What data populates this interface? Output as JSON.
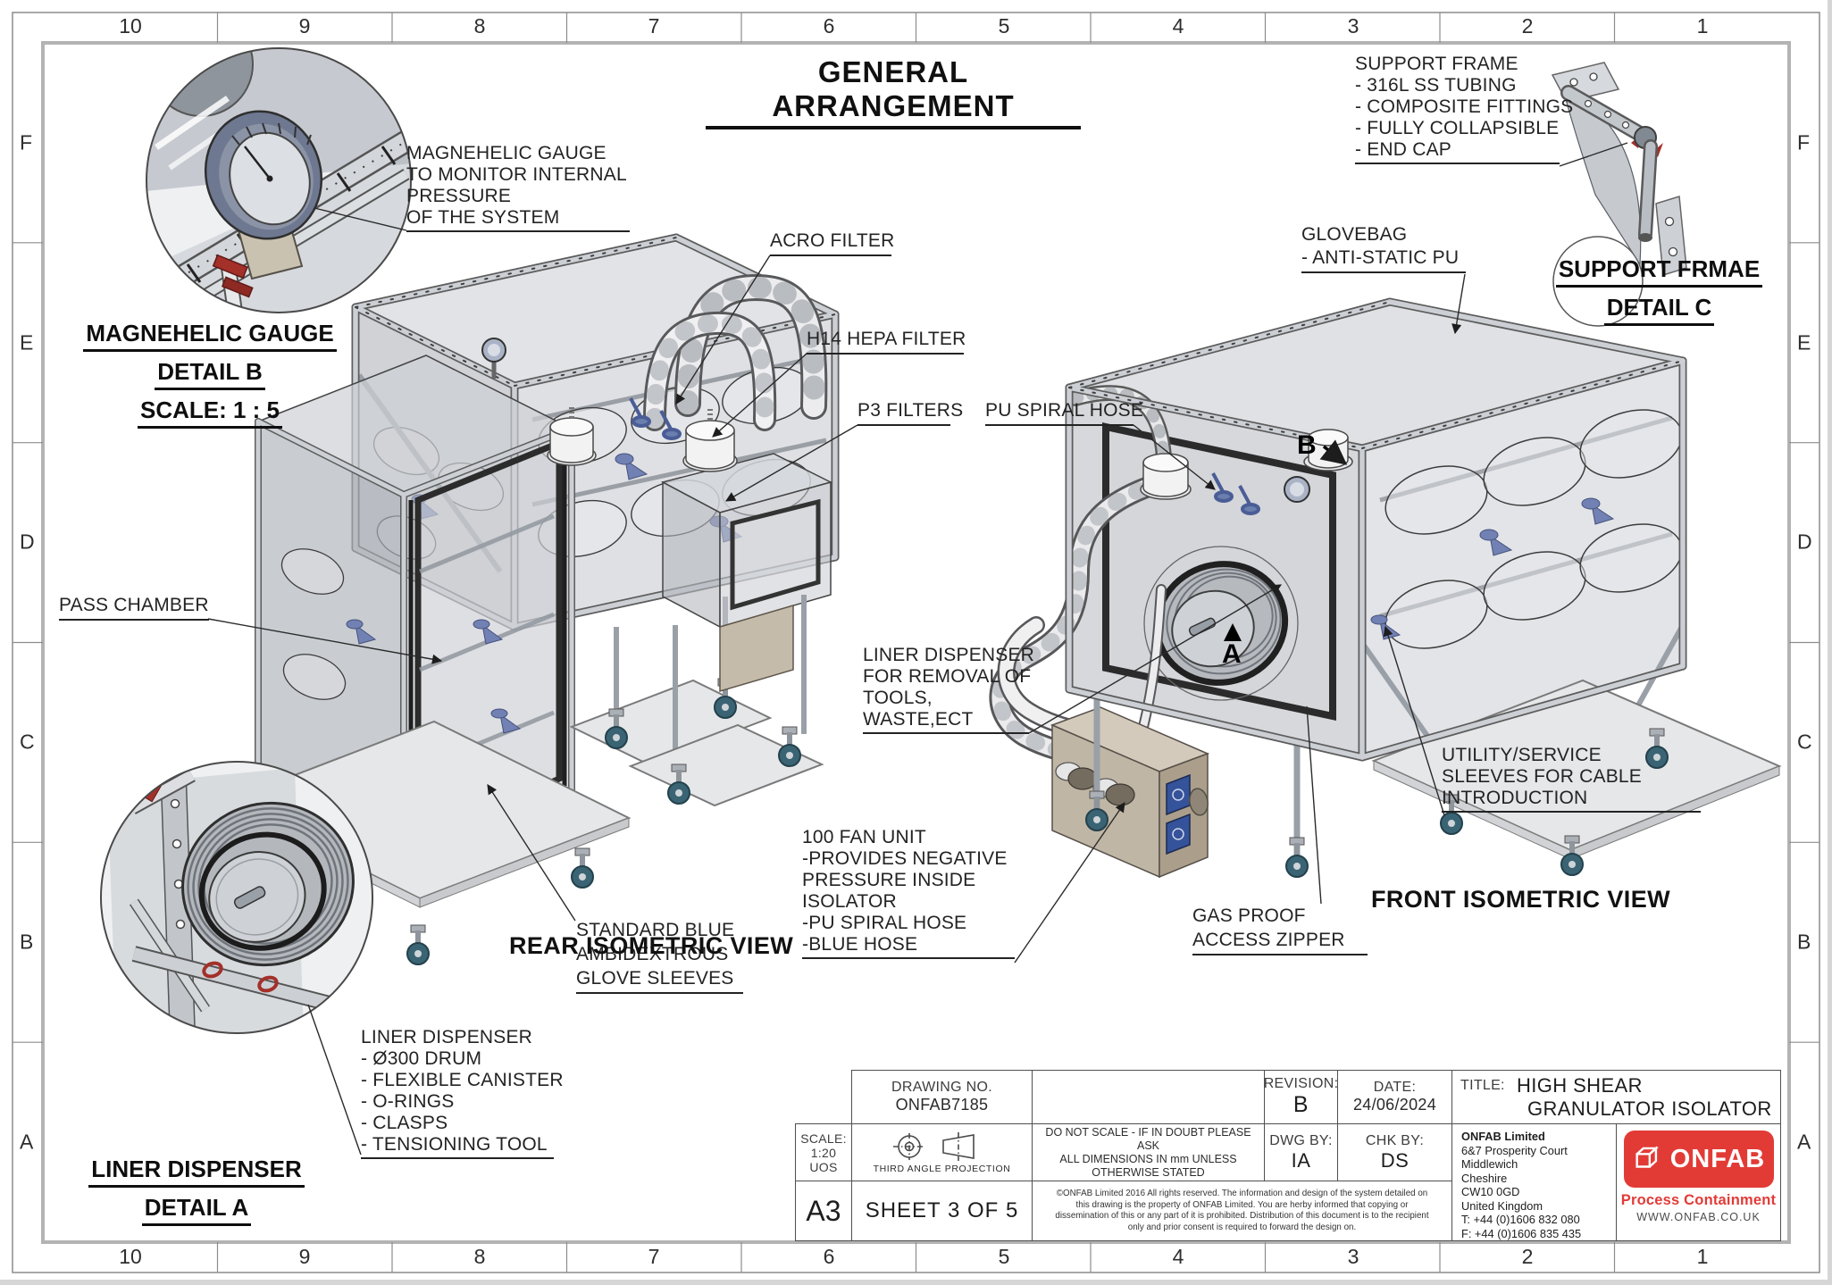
{
  "page": {
    "title": "GENERAL ARRANGEMENT"
  },
  "border": {
    "columns": [
      "10",
      "9",
      "8",
      "7",
      "6",
      "5",
      "4",
      "3",
      "2",
      "1"
    ],
    "rows": [
      "F",
      "E",
      "D",
      "C",
      "B",
      "A"
    ]
  },
  "callouts": {
    "magnehelic": [
      "MAGNEHELIC GAUGE",
      "TO MONITOR INTERNAL",
      "PRESSURE",
      "OF THE SYSTEM"
    ],
    "acro": [
      "ACRO FILTER"
    ],
    "h14": [
      "H14 HEPA FILTER"
    ],
    "p3": [
      "P3 FILTERS"
    ],
    "pass_chamber": [
      "PASS CHAMBER"
    ],
    "glove_sleeves": [
      "STANDARD BLUE",
      "AMBIDEXTROUS",
      "GLOVE SLEEVES"
    ],
    "support_frame": [
      "SUPPORT FRAME",
      "- 316L SS TUBING",
      "- COMPOSITE FITTINGS",
      "- FULLY COLLAPSIBLE",
      "- END CAP"
    ],
    "glovebag": [
      "GLOVEBAG",
      "- ANTI-STATIC PU"
    ],
    "pu_hose": [
      "PU SPIRAL HOSE"
    ],
    "liner_removal": [
      "LINER DISPENSER",
      "FOR REMOVAL OF",
      "TOOLS,",
      "WASTE,ECT"
    ],
    "fan_unit": [
      "100 FAN UNIT",
      "-PROVIDES NEGATIVE",
      "PRESSURE INSIDE",
      "ISOLATOR",
      "-PU SPIRAL HOSE",
      "-BLUE HOSE"
    ],
    "gas_proof": [
      "GAS PROOF",
      "ACCESS ZIPPER"
    ],
    "utility": [
      "UTILITY/SERVICE",
      "SLEEVES FOR CABLE",
      "INTRODUCTION"
    ],
    "liner_detail": [
      "LINER DISPENSER",
      "- Ø300 DRUM",
      "- FLEXIBLE CANISTER",
      "- O-RINGS",
      "- CLASPS",
      "- TENSIONING TOOL"
    ]
  },
  "views": {
    "rear": "REAR ISOMETRIC VIEW",
    "front": "FRONT ISOMETRIC VIEW"
  },
  "details": {
    "b": {
      "title": "MAGNEHELIC GAUGE",
      "subtitle": "DETAIL B",
      "scale": "SCALE: 1 : 5"
    },
    "a": {
      "title": "LINER DISPENSER",
      "subtitle": "DETAIL A"
    },
    "c": {
      "title": "SUPPORT FRMAE",
      "subtitle": "DETAIL C"
    }
  },
  "markers": {
    "a": "A",
    "b": "B"
  },
  "title_block": {
    "drawing_no_label": "DRAWING NO.",
    "drawing_no": "ONFAB7185",
    "revision_label": "REVISION:",
    "revision": "B",
    "date_label": "DATE:",
    "date": "24/06/2024",
    "title_label": "TITLE:",
    "title_line1": "HIGH SHEAR",
    "title_line2": "GRANULATOR ISOLATOR",
    "scale_label": "SCALE:",
    "scale": "1:20",
    "scale_note": "UOS",
    "projection": "THIRD ANGLE PROJECTION",
    "notes": [
      "DO NOT SCALE - IF IN DOUBT PLEASE",
      "ASK",
      "ALL DIMENSIONS IN mm UNLESS",
      "OTHERWISE STATED"
    ],
    "dwg_by_label": "DWG BY:",
    "dwg_by": "IA",
    "chk_by_label": "CHK BY:",
    "chk_by": "DS",
    "sheet_size": "A3",
    "sheet": "SHEET 3 OF 5",
    "copyright": [
      "©ONFAB Limited 2016 All rights reserved. The information and design of the system detailed on",
      "this drawing is the property of ONFAB Limited. You are herby informed that copying or",
      "dissemination of this or any part of it is prohibited. Distribution of this document is to the recipient",
      "only and prior consent is required to forward the design on."
    ],
    "company": {
      "name": "ONFAB Limited",
      "address": [
        "6&7 Prosperity Court",
        "Middlewich",
        "Cheshire",
        "CW10 0GD",
        "United Kingdom",
        "T: +44 (0)1606 832 080",
        "F: +44 (0)1606 835 435"
      ]
    },
    "logo": {
      "text": "ONFAB",
      "tagline": "Process Containment",
      "website": "WWW.ONFAB.CO.UK",
      "red": "#e23b36"
    }
  }
}
